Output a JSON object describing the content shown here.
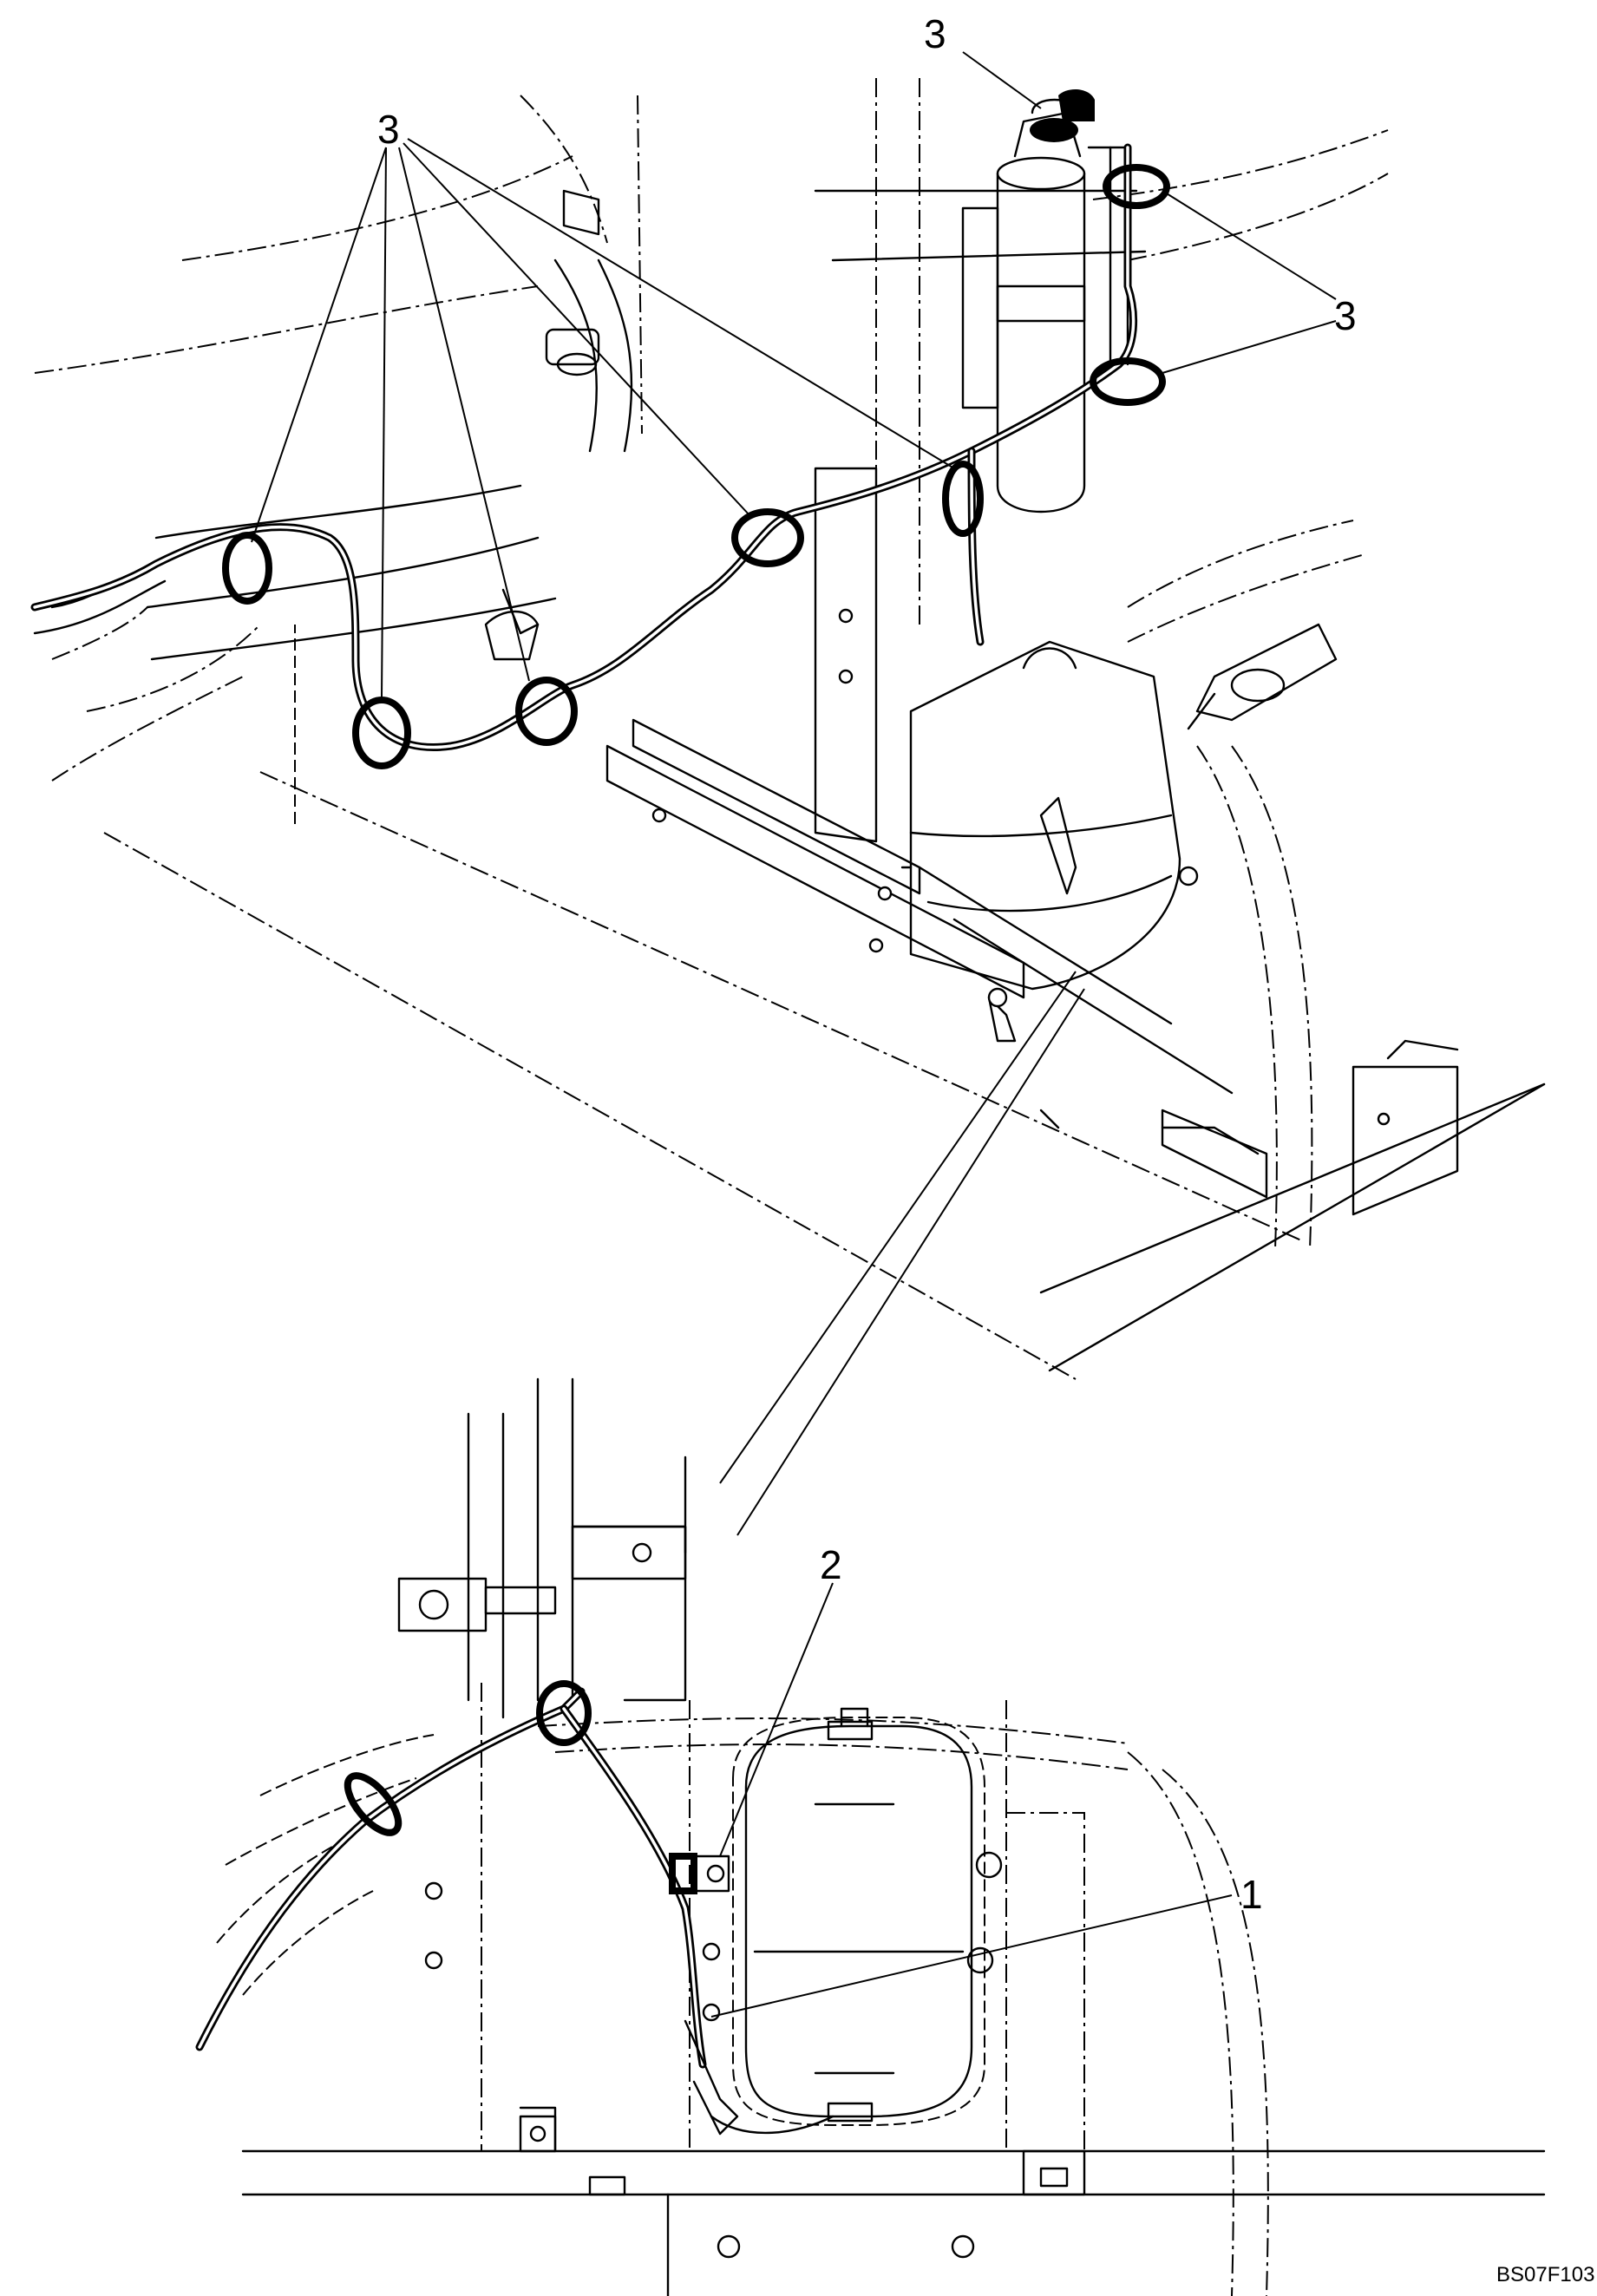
{
  "diagram": {
    "callouts": {
      "item_1": "1",
      "item_2": "2",
      "item_3_top": "3",
      "item_3_left": "3",
      "item_3_right": "3"
    },
    "figure_id": "BS07F103"
  }
}
